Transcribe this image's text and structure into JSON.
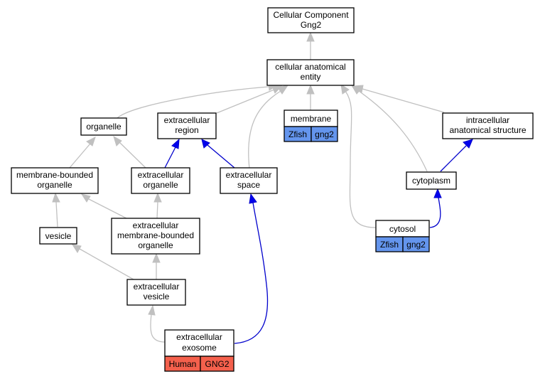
{
  "colors": {
    "zfish": "#6495ed",
    "human": "#f4604c",
    "gray_edge": "#c0c0c0",
    "blue_edge": "#0000cc"
  },
  "nodes": {
    "root": {
      "line1": "Cellular Component",
      "line2": "Gng2"
    },
    "cae": {
      "line1": "cellular anatomical",
      "line2": "entity"
    },
    "organelle": {
      "line1": "organelle"
    },
    "ecregion": {
      "line1": "extracellular",
      "line2": "region"
    },
    "membrane": {
      "line1": "membrane",
      "badge_species": "Zfish",
      "badge_gene": "gng2"
    },
    "ias": {
      "line1": "intracellular",
      "line2": "anatomical structure"
    },
    "mbo": {
      "line1": "membrane-bounded",
      "line2": "organelle"
    },
    "eco": {
      "line1": "extracellular",
      "line2": "organelle"
    },
    "ecspace": {
      "line1": "extracellular",
      "line2": "space"
    },
    "cytoplasm": {
      "line1": "cytoplasm"
    },
    "vesicle": {
      "line1": "vesicle"
    },
    "ecmbo": {
      "line1": "extracellular",
      "line2": "membrane-bounded",
      "line3": "organelle"
    },
    "cytosol": {
      "line1": "cytosol",
      "badge_species": "Zfish",
      "badge_gene": "gng2"
    },
    "ecvesicle": {
      "line1": "extracellular",
      "line2": "vesicle"
    },
    "exosome": {
      "line1": "extracellular",
      "line2": "exosome",
      "badge_species": "Human",
      "badge_gene": "GNG2"
    }
  }
}
